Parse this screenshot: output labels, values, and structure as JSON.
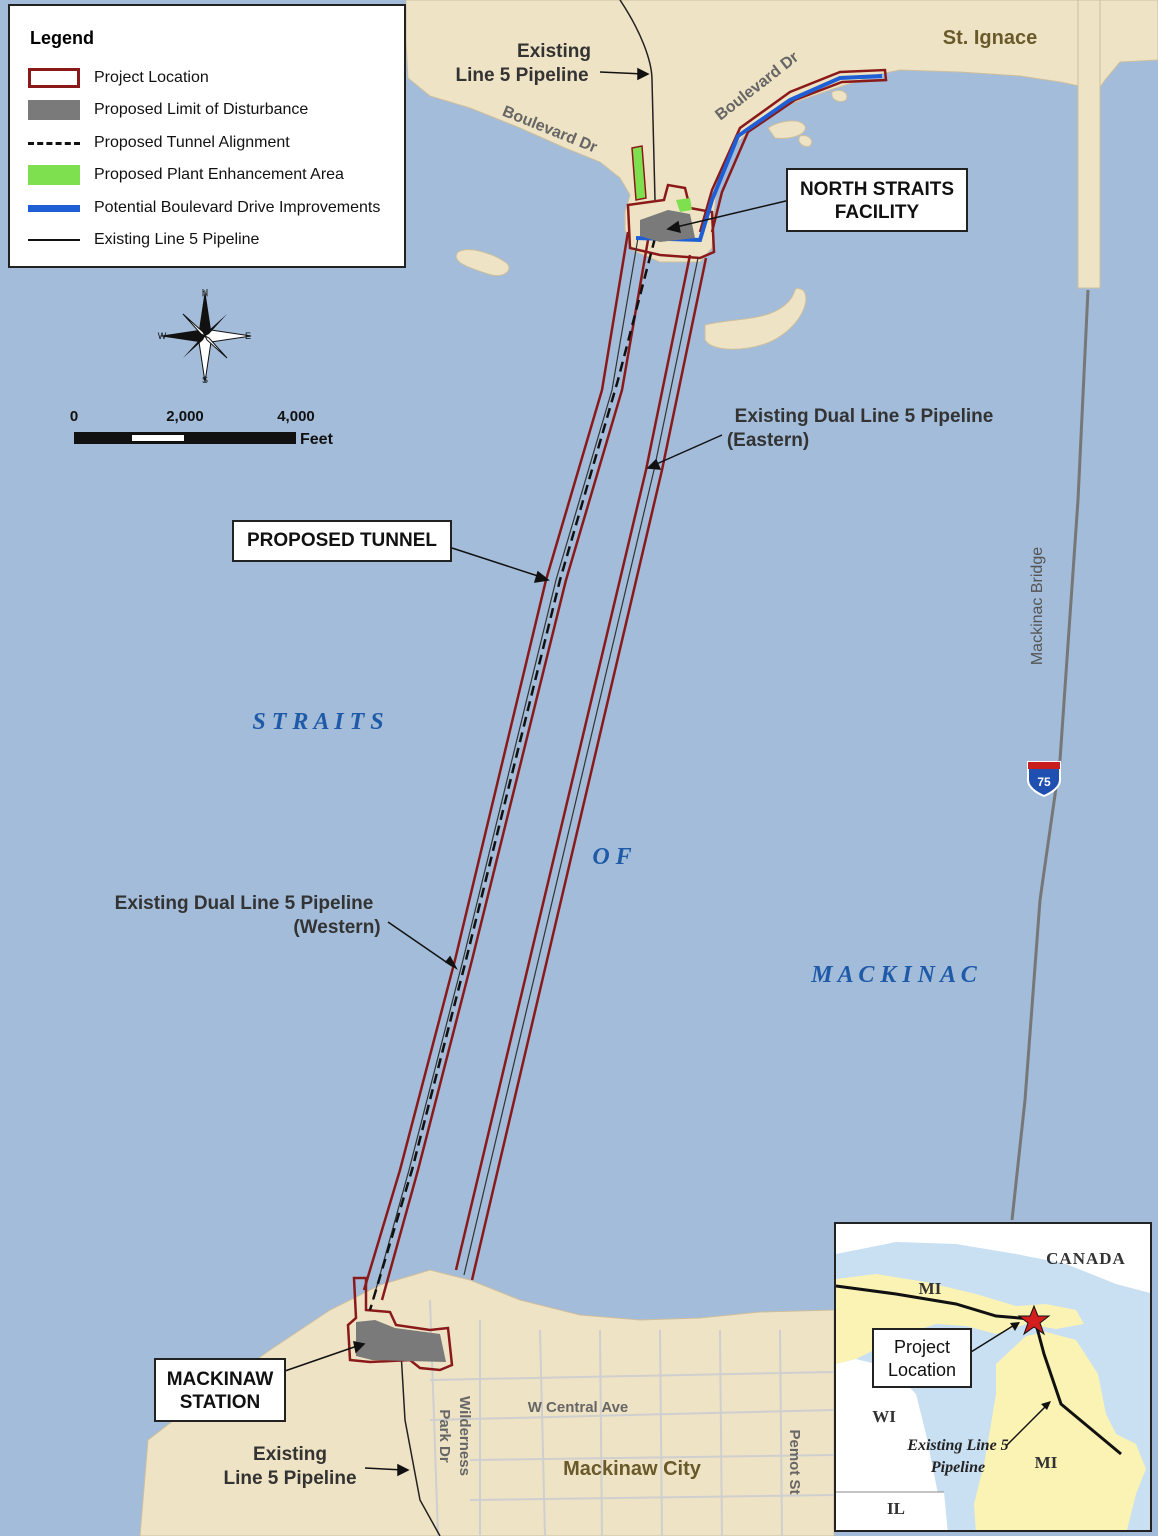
{
  "legend": {
    "title": "Legend",
    "items": [
      {
        "label": "Project Location",
        "symbol": "project-location"
      },
      {
        "label": "Proposed Limit of Disturbance",
        "symbol": "limit-of-disturbance"
      },
      {
        "label": "Proposed Tunnel Alignment",
        "symbol": "tunnel-alignment"
      },
      {
        "label": "Proposed Plant Enhancement Area",
        "symbol": "plant-enhancement"
      },
      {
        "label": "Potential Boulevard Drive Improvements",
        "symbol": "boulevard-improvements"
      },
      {
        "label": "Existing Line 5 Pipeline",
        "symbol": "line5-pipeline"
      }
    ]
  },
  "scale_bar": {
    "ticks": [
      "0",
      "2,000",
      "4,000"
    ],
    "unit": "Feet"
  },
  "compass": {
    "n": "N",
    "s": "S",
    "e": "E",
    "w": "W"
  },
  "labels": {
    "st_ignace": "St. Ignace",
    "existing_line5_north_1": "Existing",
    "existing_line5_north_2": "Line 5 Pipeline",
    "boulevard_dr_west": "Boulevard Dr",
    "boulevard_dr_east": "Boulevard Dr",
    "north_straits_1": "NORTH STRAITS",
    "north_straits_2": "FACILITY",
    "eastern_1": "Existing Dual Line 5 Pipeline",
    "eastern_2": "(Eastern)",
    "proposed_tunnel": "PROPOSED TUNNEL",
    "straits": "S T R A I T S",
    "of": "O F",
    "mackinac": "M A C K I N A C",
    "western_1": "Existing Dual Line 5 Pipeline",
    "western_2": "(Western)",
    "mackinac_bridge": "Mackinac Bridge",
    "interstate": "75",
    "mackinaw_station_1": "MACKINAW",
    "mackinaw_station_2": "STATION",
    "existing_line5_south_1": "Existing",
    "existing_line5_south_2": "Line 5 Pipeline",
    "wilderness_1": "Wilderness",
    "wilderness_2": "Park Dr",
    "w_central": "W Central Ave",
    "mackinaw_city": "Mackinaw City",
    "pemot": "Pemot St"
  },
  "inset": {
    "canada": "CANADA",
    "mi_north": "MI",
    "mi_south": "MI",
    "wi": "WI",
    "il": "IL",
    "project_location_1": "Project",
    "project_location_2": "Location",
    "line5_1": "Existing Line 5",
    "line5_2": "Pipeline"
  },
  "colors": {
    "water": "#a2bcd9",
    "land": "#efe3c5",
    "project_outline": "#8a1a1a",
    "disturbance": "#7a7a7a",
    "plant": "#7ee04e",
    "boulevard": "#1f5fd6",
    "label_blue": "#1f5aa8"
  }
}
